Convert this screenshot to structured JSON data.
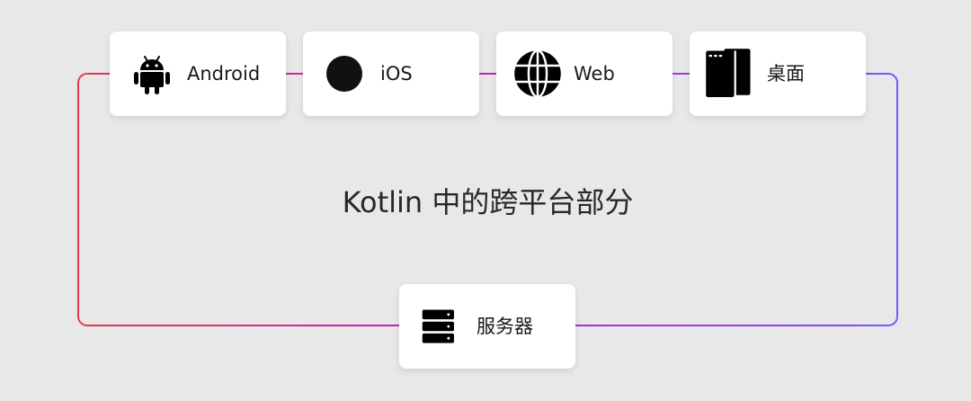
{
  "diagram": {
    "title": "Kotlin 中的跨平台部分",
    "platforms": [
      {
        "id": "android",
        "label": "Android",
        "icon": "android-icon"
      },
      {
        "id": "ios",
        "label": "iOS",
        "icon": "ios-circle-icon"
      },
      {
        "id": "web",
        "label": "Web",
        "icon": "globe-icon"
      },
      {
        "id": "desktop",
        "label": "桌面",
        "icon": "desktop-windows-icon"
      }
    ],
    "server": {
      "label": "服务器",
      "icon": "server-icon"
    },
    "colors": {
      "background": "#e8e8e8",
      "card": "#ffffff",
      "text": "#19191c",
      "gradient_start": "#e8394f",
      "gradient_mid": "#c01ec4",
      "gradient_end": "#7f52ff"
    }
  }
}
